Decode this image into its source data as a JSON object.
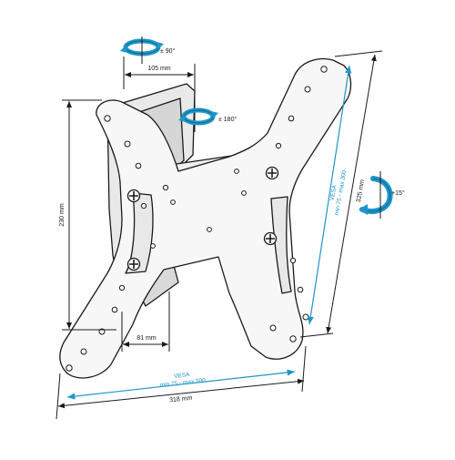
{
  "dimensions": {
    "rotate_vertical": "± 90°",
    "rotate_horizontal": "± 180°",
    "tilt": "+15°",
    "width_top": "105 mm",
    "height_left": "230 mm",
    "width_inner": "81 mm",
    "width_total": "318 mm",
    "height_right": "325 mm",
    "vesa_bottom_title": "VESA",
    "vesa_bottom_range": "min 75 - max 300",
    "vesa_right_title": "VESA",
    "vesa_right_range": "min 75 - max 300"
  },
  "colors": {
    "accent": "#1e96c8",
    "line": "#1a1a1a",
    "bracket_fill": "#f7f7f7",
    "bracket_shade": "#dcdcdc"
  },
  "icons": [
    "rotate-arrow-icon",
    "swivel-arrow-icon",
    "tilt-arrow-icon"
  ]
}
